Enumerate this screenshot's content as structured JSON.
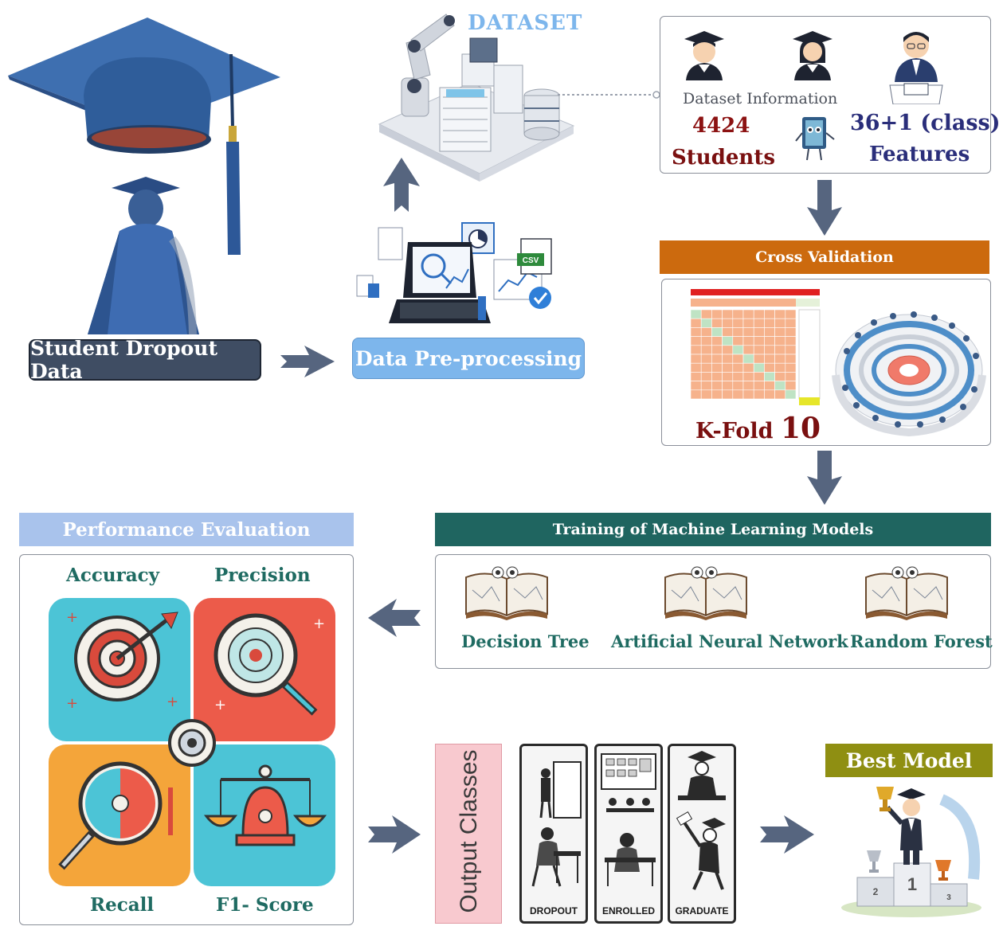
{
  "steps": {
    "student_dropout_data": "Student Dropout Data",
    "data_preprocessing": "Data Pre-processing",
    "dataset_title": "DATASET",
    "cross_validation": "Cross Validation",
    "training_models": "Training of Machine Learning Models",
    "performance_evaluation": "Performance Evaluation",
    "output_classes": "Output Classes",
    "best_model": "Best Model"
  },
  "dataset_info": {
    "heading": "Dataset Information",
    "students_count": "4424",
    "students_label": "Students",
    "features_count": "36+1 (class)",
    "features_label": "Features"
  },
  "kfold": {
    "label": "K-Fold",
    "value": "10"
  },
  "models": [
    {
      "name": "Decision Tree"
    },
    {
      "name": "Artificial Neural Network"
    },
    {
      "name": "Random Forest"
    }
  ],
  "metrics": {
    "accuracy": "Accuracy",
    "precision": "Precision",
    "recall": "Recall",
    "f1": "F1- Score"
  },
  "classes": [
    {
      "name": "DROPOUT"
    },
    {
      "name": "ENROLLED"
    },
    {
      "name": "GRADUATE"
    }
  ],
  "icons": {
    "csv_label": "CSV",
    "podium_labels": [
      "2",
      "1",
      "3"
    ]
  },
  "colors": {
    "arrow": "#56657f",
    "dropout_pill": "#3f4d63",
    "preprocess_pill": "#7db6ec",
    "cross_validation_header": "#cc6a0e",
    "training_header": "#1f6560",
    "performance_header": "#a9c3ec",
    "best_model_header": "#8f8f12",
    "output_classes_fill": "#f8c9cf"
  }
}
